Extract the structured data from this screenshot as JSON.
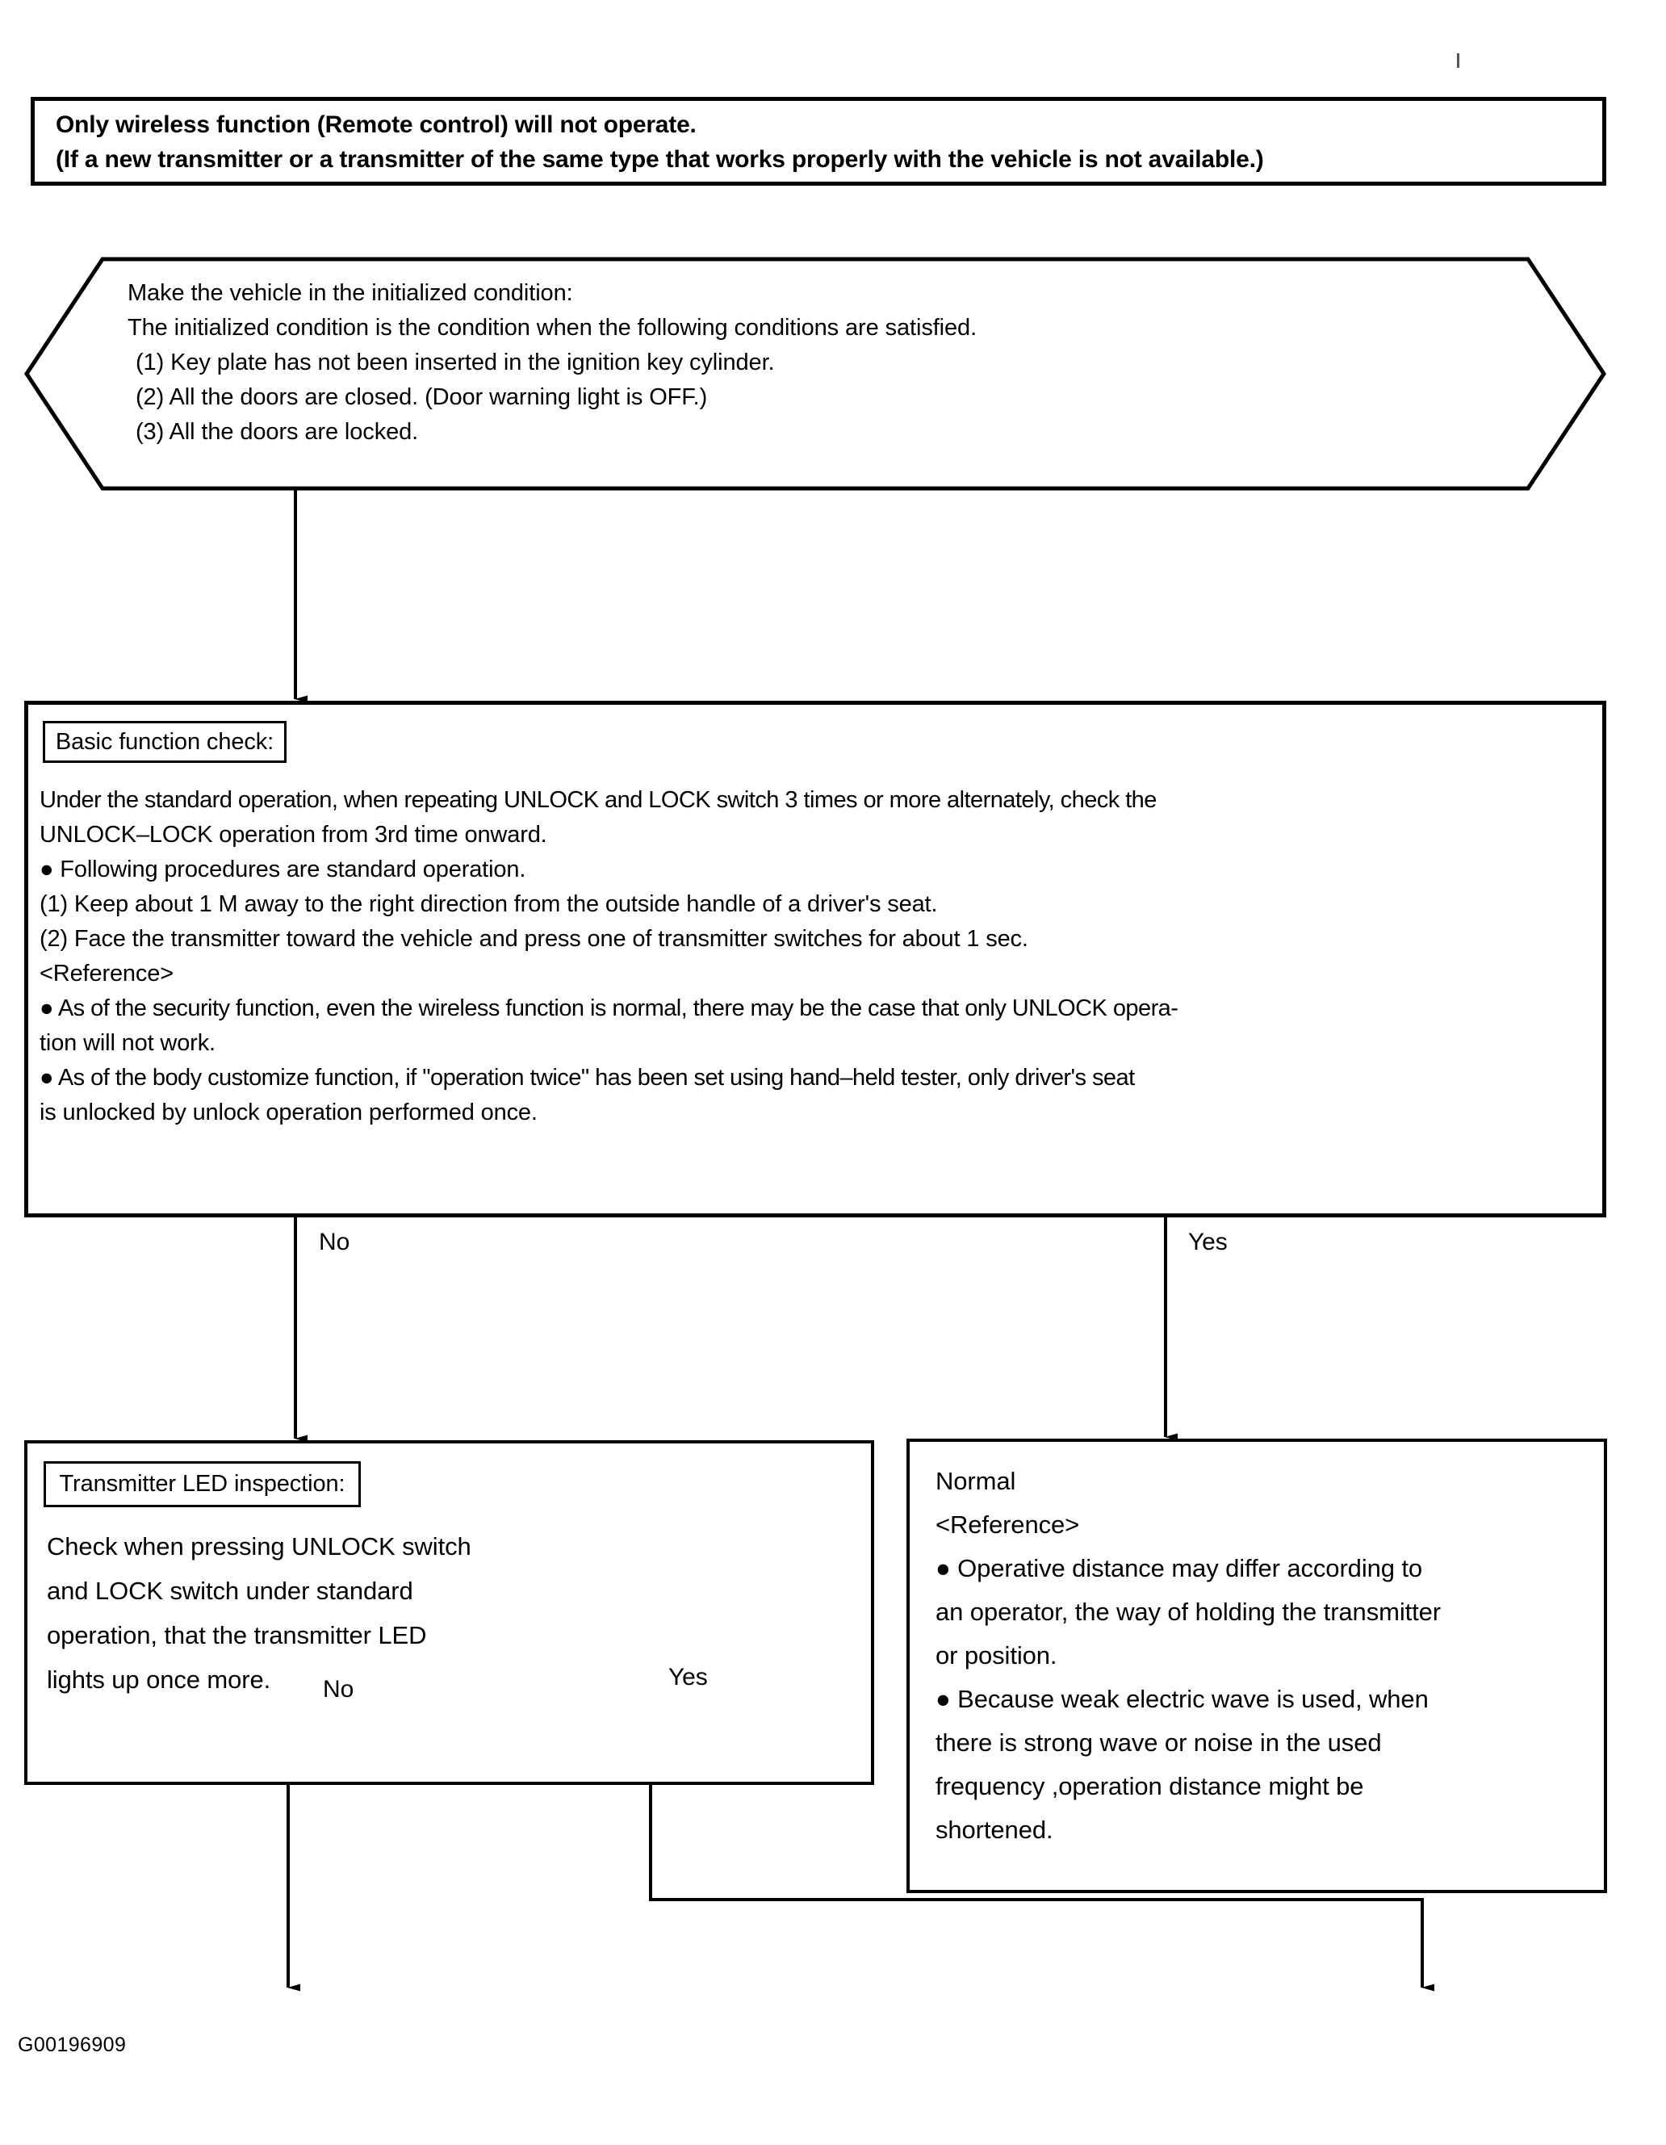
{
  "document": {
    "figure_code": "G00196909"
  },
  "title_box": {
    "line1": "Only wireless function (Remote control) will not operate.",
    "line2": "(If a new transmitter or a transmitter of the same type that works properly with the vehicle is not available.)"
  },
  "hexagon": {
    "lines": [
      "Make the vehicle in the initialized condition:",
      "The initialized condition is the condition when the following conditions are satisfied.",
      "(1) Key plate has not been inserted in the ignition key cylinder.",
      "(2) All the doors are closed. (Door warning light is OFF.)",
      "(3) All the doors are locked."
    ]
  },
  "basic_check": {
    "tag": "Basic function check:",
    "lines": [
      "Under the standard operation, when repeating UNLOCK and LOCK switch 3 times or more alternately, check the",
      "UNLOCK–LOCK operation from 3rd time onward.",
      "● Following procedures are standard operation.",
      "(1) Keep about 1 M away to the right direction from the outside handle of a driver's seat.",
      "(2) Face the transmitter toward the vehicle and press one of transmitter switches for about 1 sec.",
      "<Reference>",
      "● As of the security function, even the wireless function is normal, there may be the case that only UNLOCK opera-",
      "tion will not work.",
      "● As of the body customize function, if \"operation twice\" has been set using hand–held tester, only driver's seat",
      "is unlocked by unlock operation performed once."
    ]
  },
  "branch1": {
    "no_label": "No",
    "yes_label": "Yes"
  },
  "led_inspection": {
    "tag": "Transmitter LED inspection:",
    "lines": [
      "Check when pressing UNLOCK switch",
      "and LOCK switch under standard",
      "operation, that the transmitter LED",
      "lights up once more."
    ]
  },
  "normal_box": {
    "lines": [
      "Normal",
      "<Reference>",
      "● Operative distance may differ according to",
      "an operator, the way of holding the transmitter",
      "or position.",
      "● Because weak electric wave is used, when",
      "there is strong wave or noise in the used",
      "frequency ,operation distance might be",
      "shortened."
    ]
  },
  "branch2": {
    "no_label": "No",
    "yes_label": "Yes"
  },
  "colors": {
    "ink": "#000000",
    "paper": "#ffffff"
  }
}
